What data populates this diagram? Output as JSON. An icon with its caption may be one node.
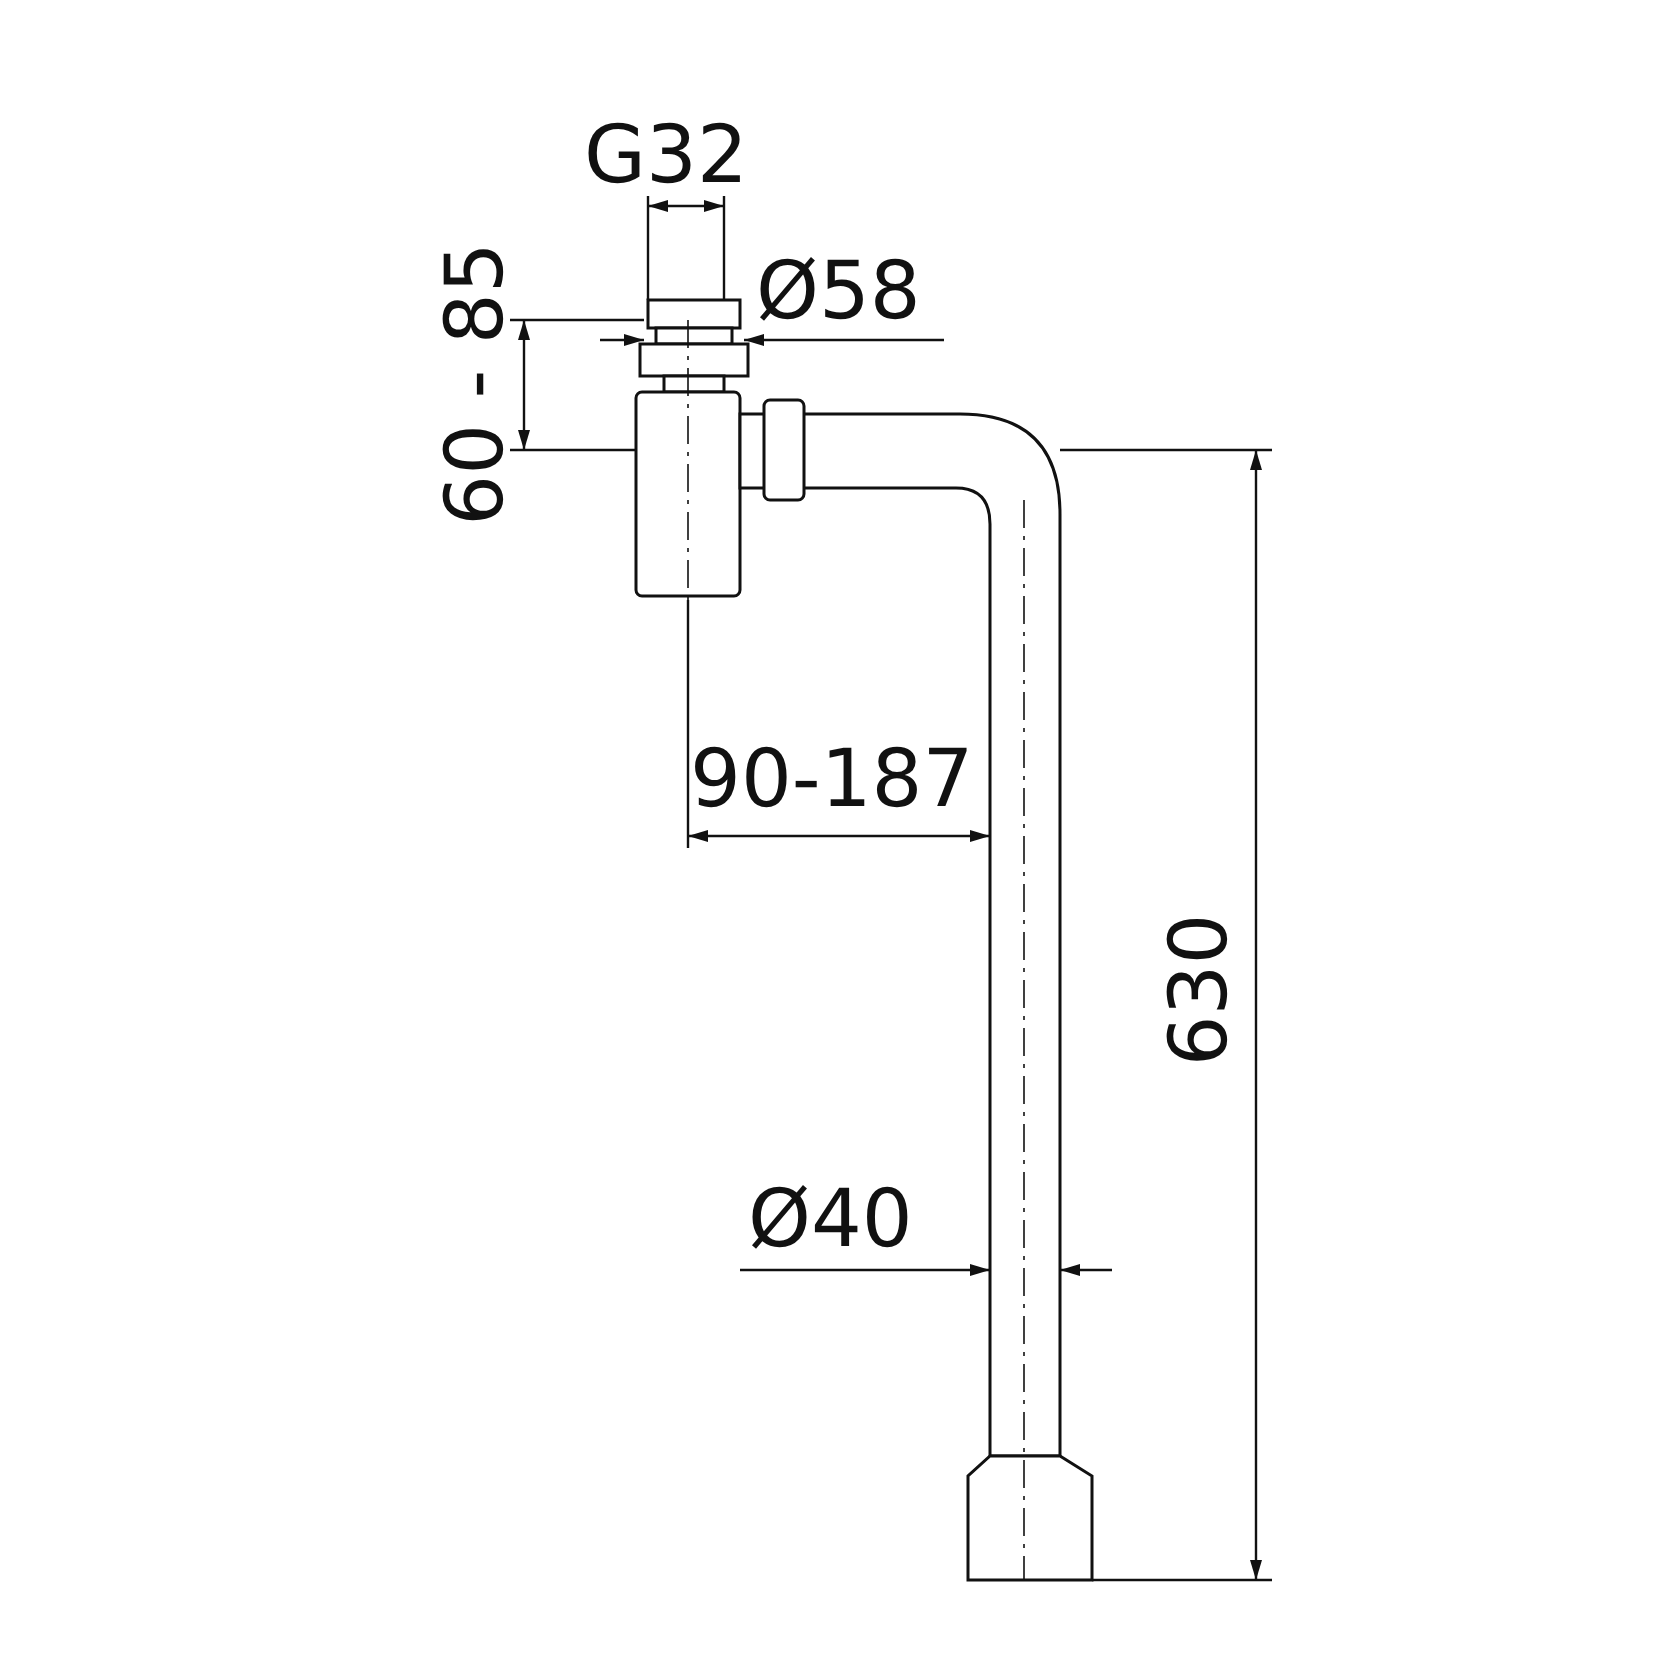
{
  "diagram": {
    "labels": [
      "G32",
      "Ø58",
      "60 - 85",
      "90-187",
      "630",
      "Ø40"
    ]
  }
}
